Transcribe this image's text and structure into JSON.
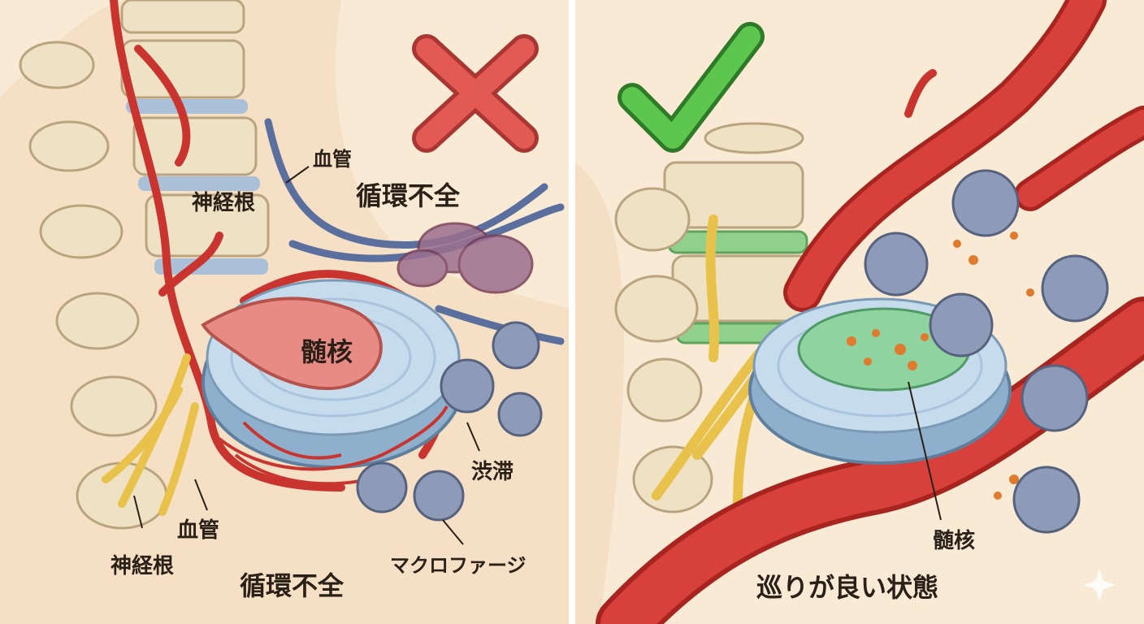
{
  "left_panel": {
    "status_mark": "cross",
    "mark_color": "#d9534f",
    "labels": {
      "vessel_top": "血管",
      "circulation_top": "循環不全",
      "nerve_root_top": "神経根",
      "nucleus": "髄核",
      "stagnation": "渋滞",
      "vessel_bottom": "血管",
      "nerve_root_bottom": "神経根",
      "circulation_bottom": "循環不全",
      "macrophage": "マクロファージ"
    }
  },
  "right_panel": {
    "status_mark": "check",
    "mark_color": "#4cb944",
    "labels": {
      "nucleus": "髄核",
      "caption": "巡りが良い状態"
    }
  },
  "colors": {
    "background": "#f8ead4",
    "bone": "#efe2c4",
    "vessel_red": "#c9342f",
    "vein_blue": "#5b6f9e",
    "nerve_yellow": "#e8c24a",
    "disc_blue": "#a9c4dc",
    "nucleus_pink": "#e98b85",
    "nucleus_green": "#8fd3a0",
    "macrophage_gray": "#8e9bb8"
  }
}
